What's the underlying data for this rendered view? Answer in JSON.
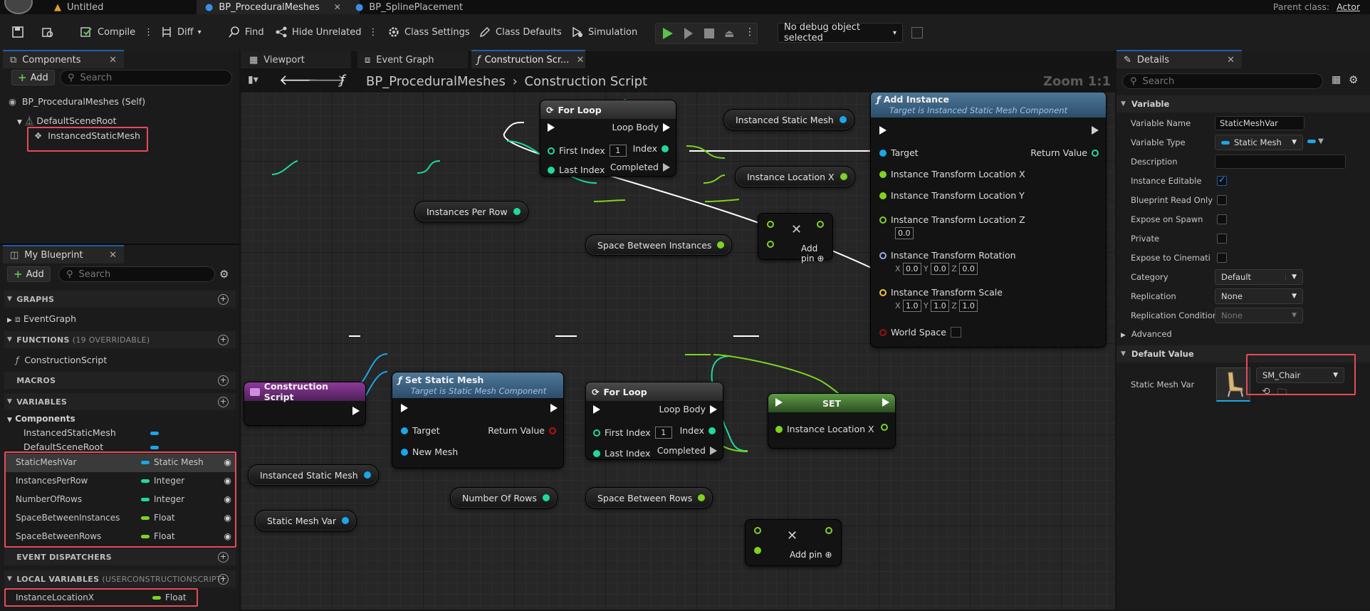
{
  "tabs": {
    "untitled": "Untitled",
    "procedural": "BP_ProceduralMeshes",
    "spline": "BP_SplinePlacement",
    "parent_label": "Parent class:",
    "parent_value": "Actor"
  },
  "toolbar": {
    "compile": "Compile",
    "diff": "Diff",
    "find": "Find",
    "hide_unrelated": "Hide Unrelated",
    "class_settings": "Class Settings",
    "class_defaults": "Class Defaults",
    "simulation": "Simulation",
    "debug_select": "No debug object selected"
  },
  "components": {
    "tab": "Components",
    "add": "Add",
    "search_placeholder": "Search",
    "self": "BP_ProceduralMeshes (Self)",
    "root": "DefaultSceneRoot",
    "child": "InstancedStaticMesh"
  },
  "my_blueprint": {
    "tab": "My Blueprint",
    "add": "Add",
    "search_placeholder": "Search",
    "graphs_header": "GRAPHS",
    "event_graph": "EventGraph",
    "functions_header": "FUNCTIONS",
    "functions_sub": "(19 OVERRIDABLE)",
    "construction_script": "ConstructionScript",
    "macros_header": "MACROS",
    "variables_header": "VARIABLES",
    "components_group": "Components",
    "comp_vars": [
      "InstancedStaticMesh",
      "DefaultSceneRoot"
    ],
    "variables": [
      {
        "name": "StaticMeshVar",
        "type": "Static Mesh",
        "color": "#1aa6e8"
      },
      {
        "name": "InstancesPerRow",
        "type": "Integer",
        "color": "#20d8a0"
      },
      {
        "name": "NumberOfRows",
        "type": "Integer",
        "color": "#20d8a0"
      },
      {
        "name": "SpaceBetweenInstances",
        "type": "Float",
        "color": "#7ed321"
      },
      {
        "name": "SpaceBetweenRows",
        "type": "Float",
        "color": "#7ed321"
      }
    ],
    "event_dispatchers_header": "EVENT DISPATCHERS",
    "local_vars_header": "LOCAL VARIABLES",
    "local_vars_sub": "(USERCONSTRUCTIONSCRIPT)",
    "local_var": {
      "name": "InstanceLocationX",
      "type": "Float"
    }
  },
  "graph_tabs": {
    "viewport": "Viewport",
    "event_graph": "Event Graph",
    "construction": "Construction Scr..."
  },
  "breadcrumb": {
    "blueprint": "BP_ProceduralMeshes",
    "graph": "Construction Script",
    "zoom": "Zoom 1:1"
  },
  "nodes": {
    "for_loop_top": {
      "title": "For Loop",
      "loop_body": "Loop Body",
      "first_index": "First Index",
      "first_val": "1",
      "index": "Index",
      "last_index": "Last Index",
      "completed": "Completed"
    },
    "instances_per_row": "Instances Per Row",
    "instanced_static_mesh_top": "Instanced Static Mesh",
    "instance_location_x_get": "Instance Location X",
    "space_between_instances": "Space Between Instances",
    "add_top": {
      "add_pin": "Add pin"
    },
    "add_instance": {
      "title": "Add Instance",
      "subtitle": "Target is Instanced Static Mesh Component",
      "target": "Target",
      "return_value": "Return Value",
      "loc_x": "Instance Transform Location X",
      "loc_y": "Instance Transform Location Y",
      "loc_z": "Instance Transform Location Z",
      "loc_z_val": "0.0",
      "rotation": "Instance Transform Rotation",
      "rot_vals": [
        "0.0",
        "0.0",
        "0.0"
      ],
      "scale": "Instance Transform Scale",
      "scale_vals": [
        "1.0",
        "1.0",
        "1.0"
      ],
      "world_space": "World Space",
      "axis_labels": [
        "X",
        "Y",
        "Z"
      ]
    },
    "construction_script": "Construction Script",
    "set_static_mesh": {
      "title": "Set Static Mesh",
      "subtitle": "Target is Static Mesh Component",
      "target": "Target",
      "new_mesh": "New Mesh",
      "return_value": "Return Value"
    },
    "instanced_static_mesh_bottom": "Instanced Static Mesh",
    "static_mesh_var": "Static Mesh Var",
    "for_loop_bottom": {
      "title": "For Loop",
      "loop_body": "Loop Body",
      "first_index": "First Index",
      "first_val": "1",
      "index": "Index",
      "last_index": "Last Index",
      "completed": "Completed"
    },
    "number_of_rows": "Number Of Rows",
    "space_between_rows": "Space Between Rows",
    "add_bottom": {
      "add_pin": "Add pin"
    },
    "set_node": {
      "title": "SET",
      "pin": "Instance Location X"
    }
  },
  "details": {
    "tab": "Details",
    "search_placeholder": "Search",
    "variable_header": "Variable",
    "variable_name_label": "Variable Name",
    "variable_name": "StaticMeshVar",
    "variable_type_label": "Variable Type",
    "variable_type": "Static Mesh",
    "description_label": "Description",
    "instance_editable": "Instance Editable",
    "blueprint_read_only": "Blueprint Read Only",
    "expose_on_spawn": "Expose on Spawn",
    "private": "Private",
    "expose_cinematics": "Expose to Cinematics",
    "category_label": "Category",
    "category": "Default",
    "replication_label": "Replication",
    "replication": "None",
    "replication_condition_label": "Replication Condition",
    "replication_condition": "None",
    "advanced": "Advanced",
    "default_value_header": "Default Value",
    "static_mesh_var_label": "Static Mesh Var",
    "static_mesh_value": "SM_Chair"
  },
  "colors": {
    "exec": "#ffffff",
    "object_pin": "#1aa6e8",
    "float_pin": "#7ed321",
    "integer_pin": "#20d8a0",
    "function_header": "#3a5f82",
    "event_header": "#7a2f8a",
    "highlight": "#e84a5a"
  }
}
